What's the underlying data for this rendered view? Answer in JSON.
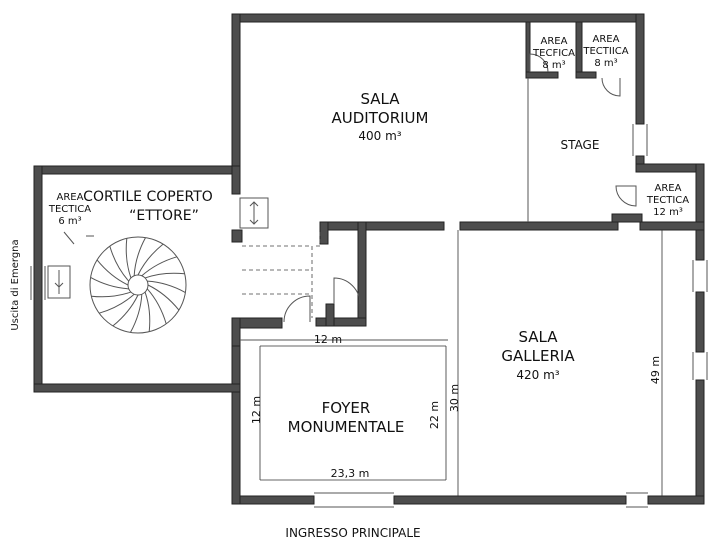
{
  "rooms": {
    "auditorium": {
      "line1": "SALA",
      "line2": "AUDITORIUM",
      "area": "400 m³"
    },
    "tech_a": {
      "line1": "AREA",
      "line2": "TECFICA",
      "area": "8 m³"
    },
    "tech_b": {
      "line1": "AREA",
      "line2": "TECTIICA",
      "area": "8 m³"
    },
    "stage": {
      "label": "STAGE"
    },
    "tech_c": {
      "line1": "AREA",
      "line2": "TECTICA",
      "area": "12 m³"
    },
    "cortile": {
      "line1": "CORTILE COPERTO",
      "line2": "“ETTORE”"
    },
    "tech_d": {
      "line1": "AREA",
      "line2": "TECTICA",
      "area": "6 m³"
    },
    "galleria": {
      "line1": "SALA",
      "line2": "GALLERIA",
      "area": "420 m³"
    },
    "foyer": {
      "line1": "FOYER",
      "line2": "MONUMENTALE"
    }
  },
  "labels": {
    "emergency_exit": "Uscita di Emergna",
    "main_entrance": "INGRESSO PRINCIPALE"
  },
  "dimensions": {
    "foyer_top": "12 m",
    "foyer_left": "12 m",
    "foyer_bottom": "23,3 m",
    "foyer_right": "22 m",
    "galleria_left": "30 m",
    "galleria_right": "49 m"
  }
}
